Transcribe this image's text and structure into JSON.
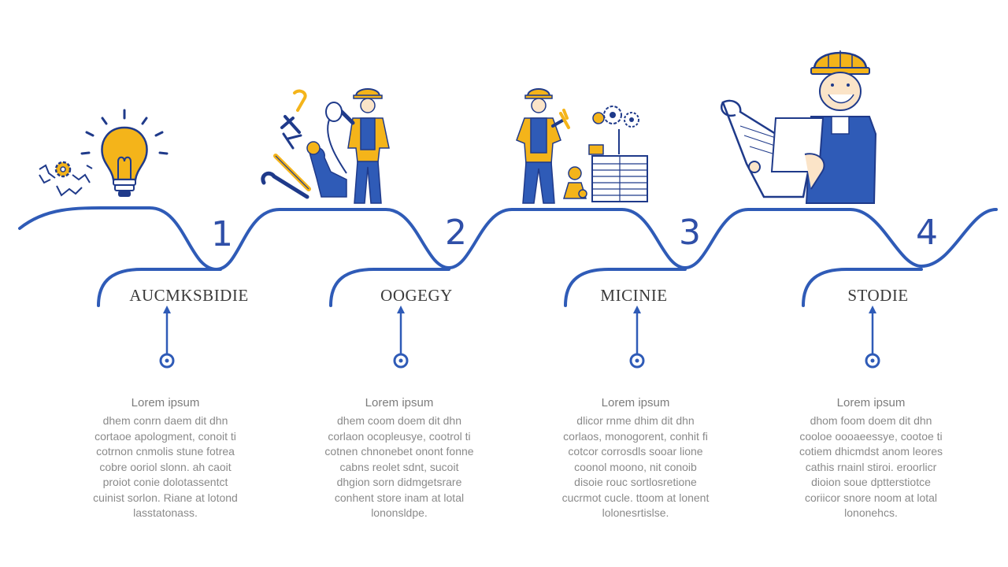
{
  "colors": {
    "accent": "#2f5bb7",
    "highlight": "#f4b41a",
    "text": "#3a3a3a",
    "muted": "#8a8a8a"
  },
  "steps": [
    {
      "number": "1",
      "title": "AUCMKSBIDIE",
      "icon": "lightbulb-gear-icon",
      "desc_head": "Lorem ipsum",
      "desc_body": "dhem conrn daem dit dhn\ncortaoe apologment, conoit ti\ncotrnon cnmolis stune fotrea\ncobre ooriol slonn. ah caoit\nproiot conie dolotassentct\ncuinist sorlon. Riane at lotond\nlasstatonass."
    },
    {
      "number": "2",
      "title": "OOGEGY",
      "icon": "worker-tools-icon",
      "desc_head": "Lorem ipsum",
      "desc_body": "dhem coom doem dit dhn\ncorlaon ocopleusye, cootrol ti\ncotnen chnonebet onont fonne\ncabns reolet sdnt, sucoit\ndhgion sorn didmgetsrare\nconhent store inam at lotal\nlononsldpe."
    },
    {
      "number": "3",
      "title": "MICINIE",
      "icon": "worker-gears-icon",
      "desc_head": "Lorem ipsum",
      "desc_body": "dlicor rnme dhim dit dhn\ncorlaos, monogorent, conhit fi\ncotcor corrosdls sooar lione\ncoonol moono, nit conoib\ndisoie rouc sortlosretione\ncucrmot cucle. ttoom at lonent\nlolonesrtislse."
    },
    {
      "number": "4",
      "title": "STODIE",
      "icon": "worker-blueprint-icon",
      "desc_head": "Lorem ipsum",
      "desc_body": "dhom foom doem dit dhn\ncooloe oooaeessye, cootoe ti\ncotiem dhicmdst anom leores\ncathis rnainl stiroi. eroorlicr\ndioion soue dptterstiotce\ncoriicor snore noom at lotal\nlononehcs."
    }
  ]
}
